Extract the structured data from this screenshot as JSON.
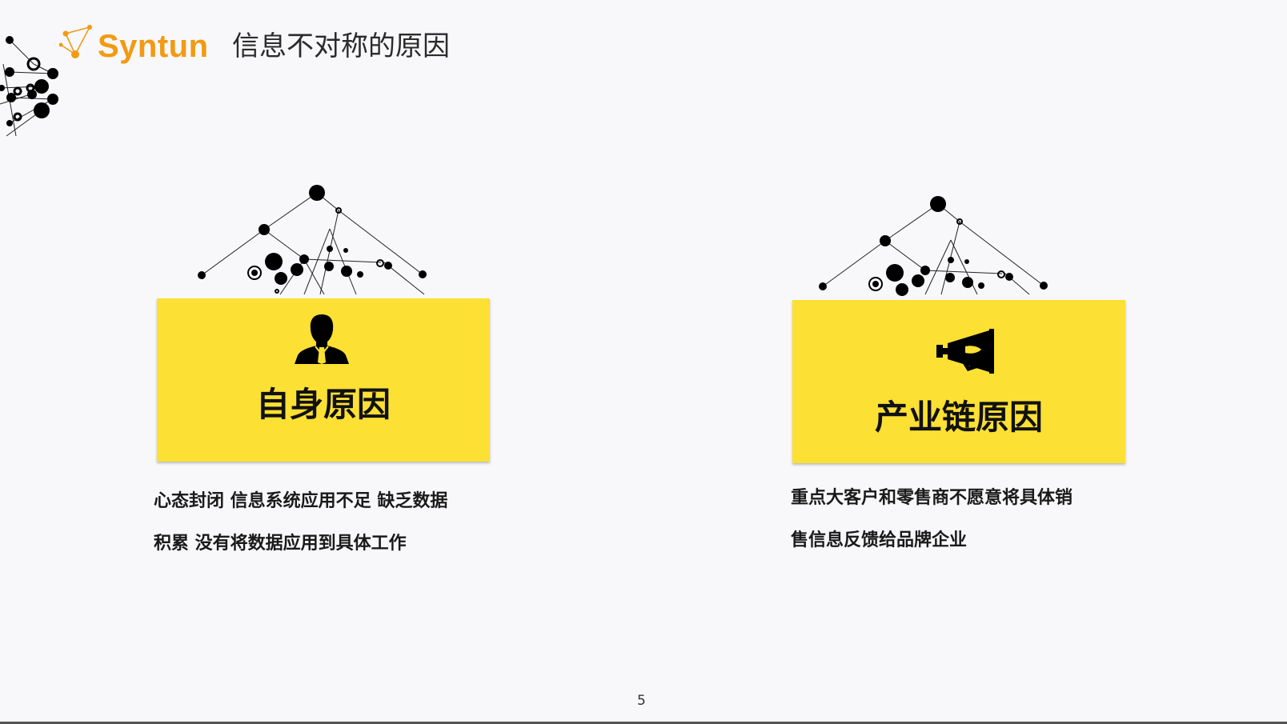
{
  "header": {
    "logo_text": "Syntun",
    "title": "信息不对称的原因"
  },
  "cards": [
    {
      "label": "自身原因",
      "icon": "person-icon",
      "description_lines": [
        "心态封闭 信息系统应用不足 缺乏数据",
        "积累 没有将数据应用到具体工作"
      ]
    },
    {
      "label": "产业链原因",
      "icon": "megaphone-icon",
      "description_lines": [
        "重点大客户和零售商不愿意将具体销",
        "售信息反馈给品牌企业"
      ]
    }
  ],
  "footer": {
    "page_number": "5"
  },
  "colors": {
    "accent_orange": "#f29a12",
    "card_yellow": "#fce033",
    "background": "#f8f8fb"
  }
}
